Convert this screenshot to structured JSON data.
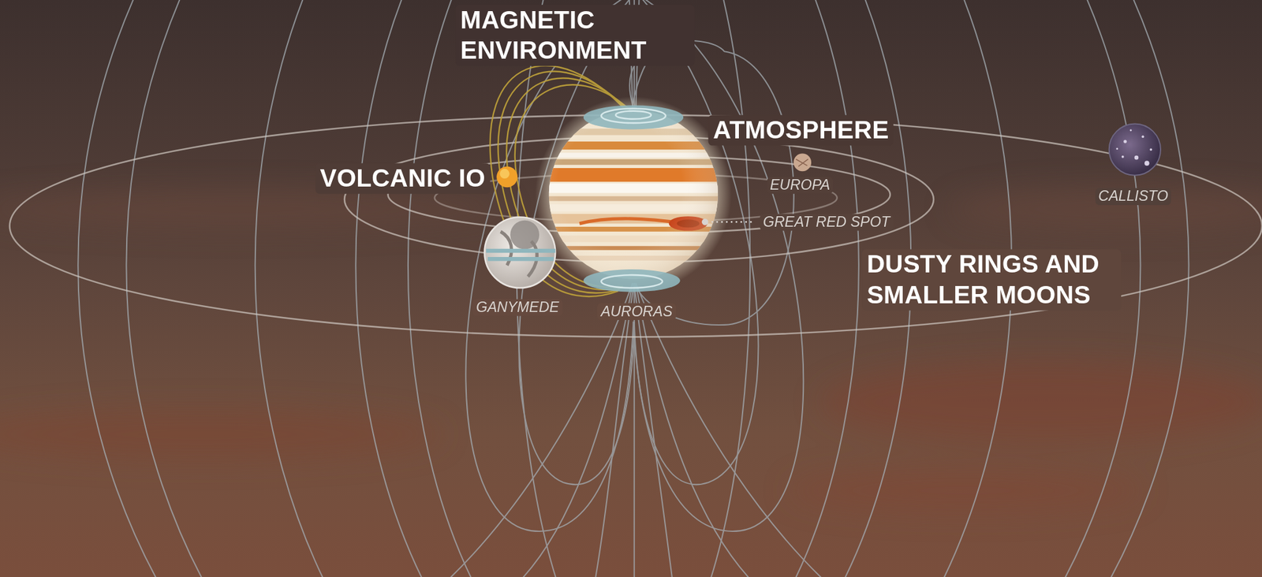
{
  "diagram": {
    "labels": [
      "MAGNETIC ENVIRONMENT",
      "ATMOSPHERE",
      "VOLCANIC IO",
      "EUROPA",
      "GREAT RED SPOT",
      "CALLISTO",
      "DUSTY RINGS AND SMALLER MOONS",
      "GANYMEDE",
      "AURORAS"
    ]
  }
}
